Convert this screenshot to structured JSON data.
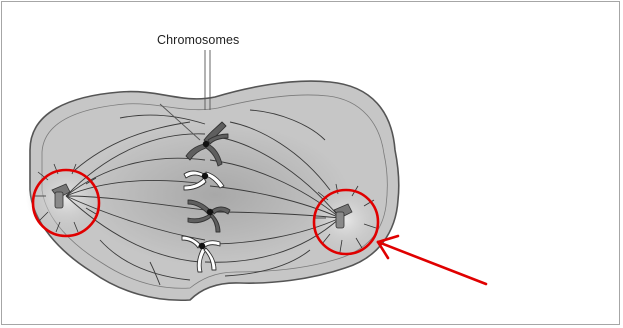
{
  "figure": {
    "label": "Chromosomes",
    "colors": {
      "cell_fill": "#c4c4c4",
      "cell_outline": "#5a5a5a",
      "spindle_center": "#a9a9a9",
      "fiber": "#3a3a3a",
      "chromosome_dark": "#5f5f5f",
      "chromosome_light": "#ffffff",
      "centromere": "#111111",
      "highlight": "#e00000"
    },
    "highlight_circles": [
      "left-centrosome",
      "right-centrosome"
    ],
    "arrow_target": "right-centrosome"
  }
}
